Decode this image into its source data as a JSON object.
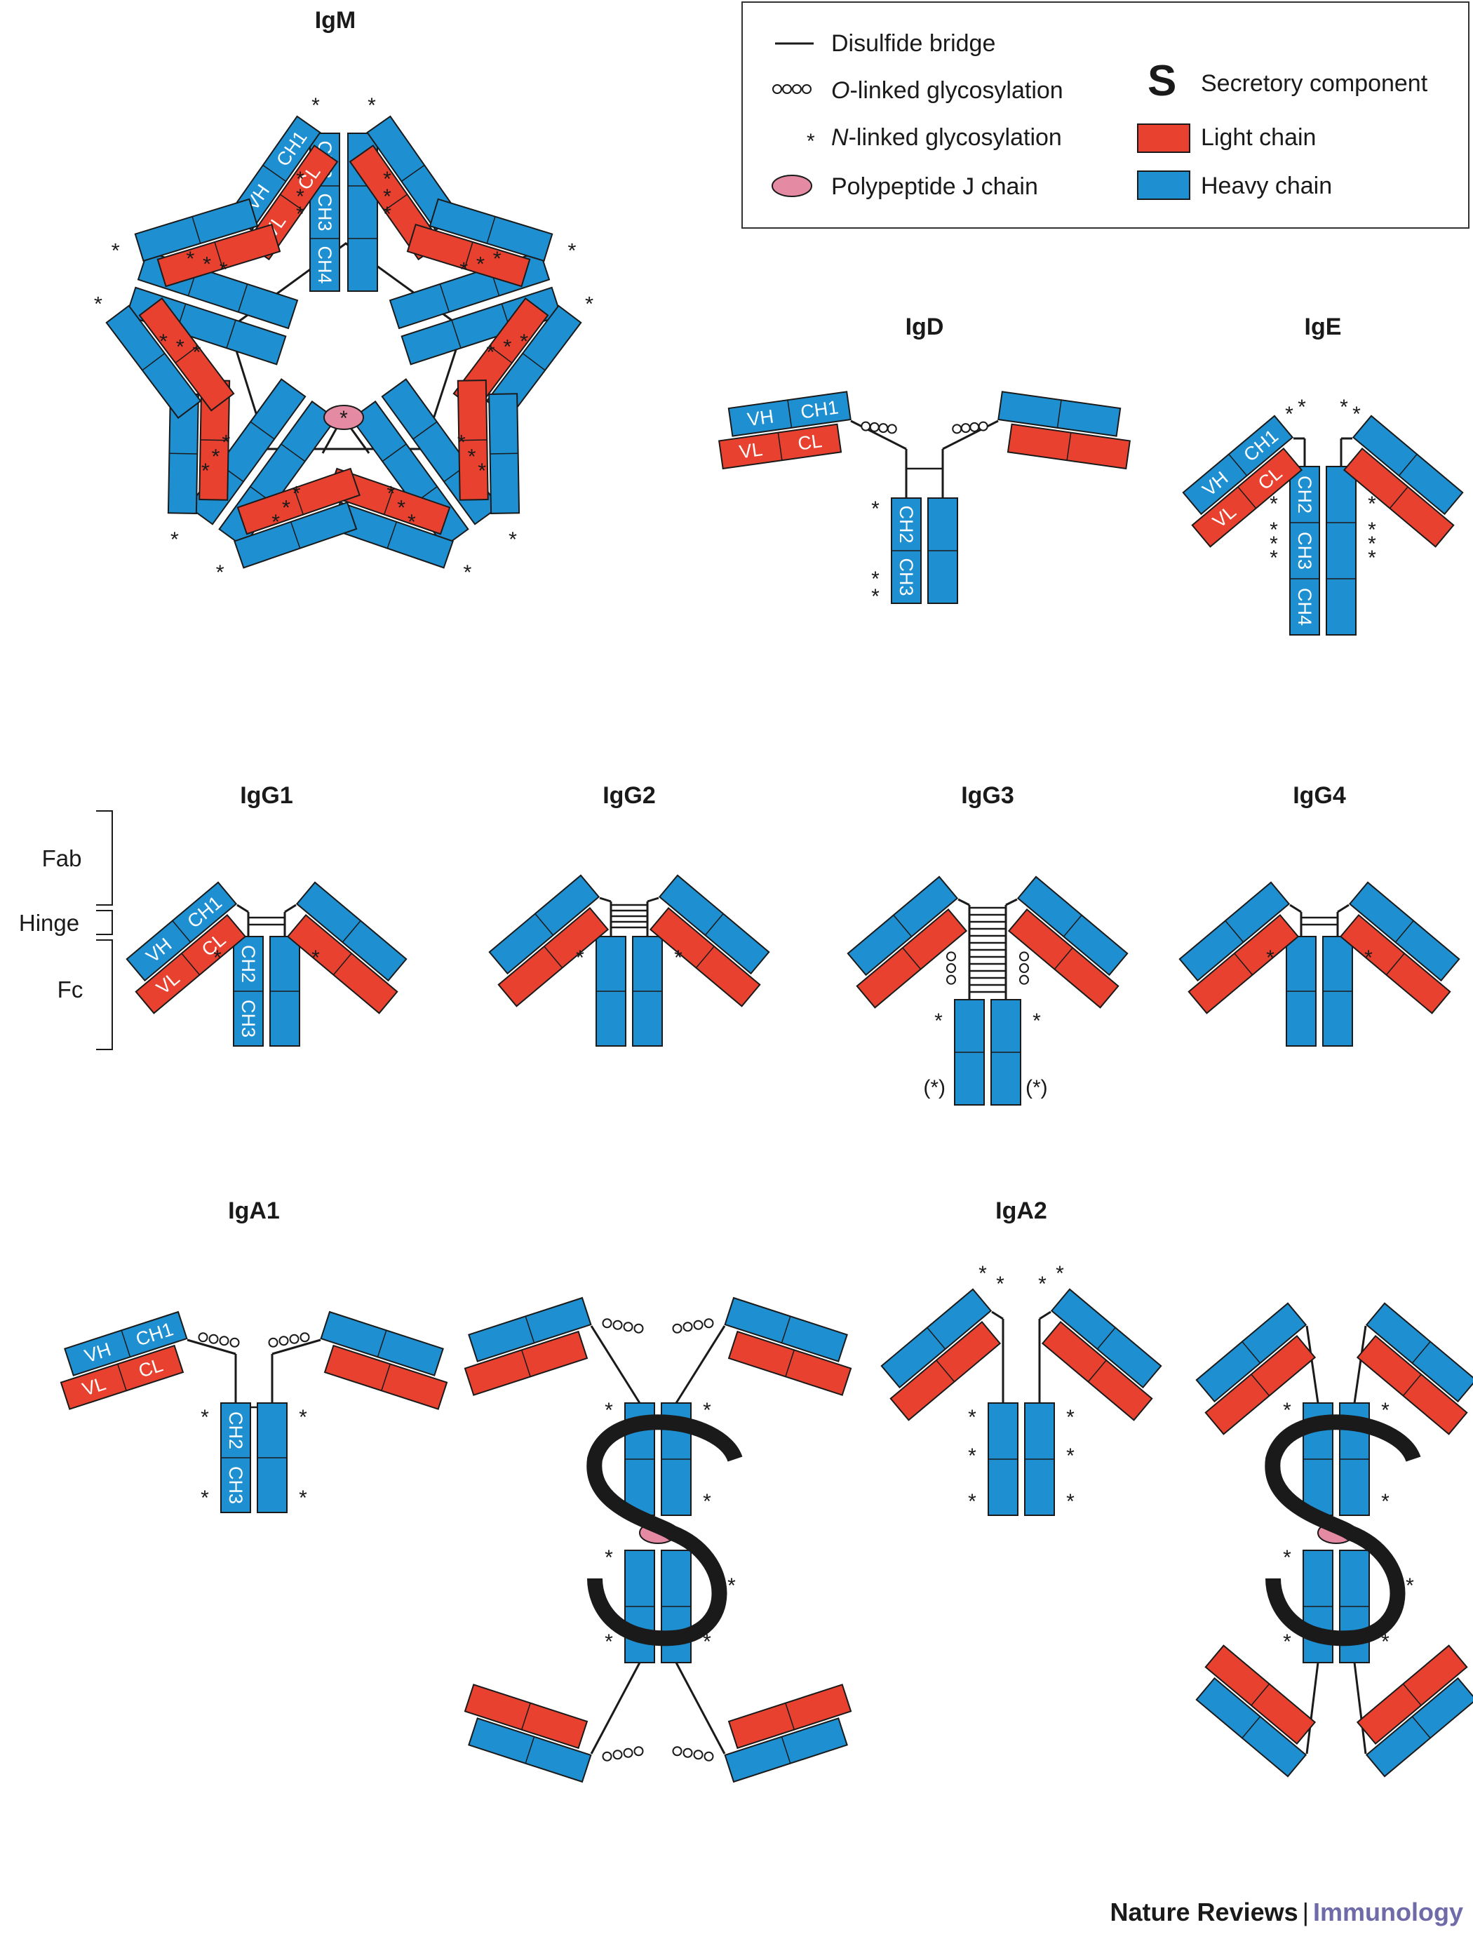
{
  "colors": {
    "light_chain": "#e8412f",
    "heavy_chain": "#1e8fd0",
    "j_chain": "#e58aa3",
    "line": "#1a1a1a"
  },
  "legend": {
    "disulfide": "Disulfide bridge",
    "o_prefix": "O",
    "o_suffix": "-linked glycosylation",
    "n_prefix": "N",
    "n_suffix": "-linked glycosylation",
    "j_chain": "Polypeptide J chain",
    "secretory_symbol": "S",
    "secretory": "Secretory component",
    "light": "Light chain",
    "heavy": "Heavy chain"
  },
  "titles": {
    "igm": "IgM",
    "igd": "IgD",
    "ige": "IgE",
    "igg1": "IgG1",
    "igg2": "IgG2",
    "igg3": "IgG3",
    "igg4": "IgG4",
    "iga1": "IgA1",
    "iga2": "IgA2"
  },
  "domains": {
    "vh": "VH",
    "ch1": "CH1",
    "vl": "VL",
    "cl": "CL",
    "ch2": "CH2",
    "ch3": "CH3",
    "ch4": "CH4"
  },
  "regions": {
    "fab": "Fab",
    "hinge": "Hinge",
    "fc": "Fc"
  },
  "igg3_star": "(*)",
  "footer": {
    "journal": "Nature Reviews",
    "separator": "|",
    "section": "Immunology"
  }
}
